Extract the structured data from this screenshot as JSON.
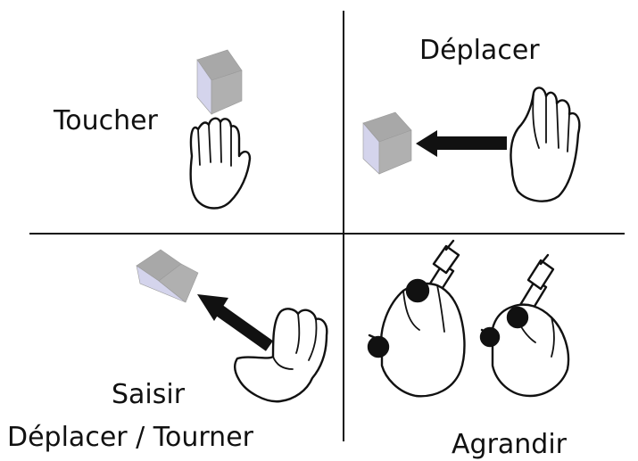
{
  "panels": {
    "touch": {
      "label": "Toucher"
    },
    "move": {
      "label": "Déplacer"
    },
    "grab": {
      "label_line1": "Saisir",
      "label_line2": "Déplacer / Tourner"
    },
    "enlarge": {
      "label": "Agrandir"
    }
  },
  "colors": {
    "cube_top": "#a8a8a8",
    "cube_left": "#d4d4ec",
    "cube_right": "#b0b0b0",
    "ink": "#111111"
  }
}
